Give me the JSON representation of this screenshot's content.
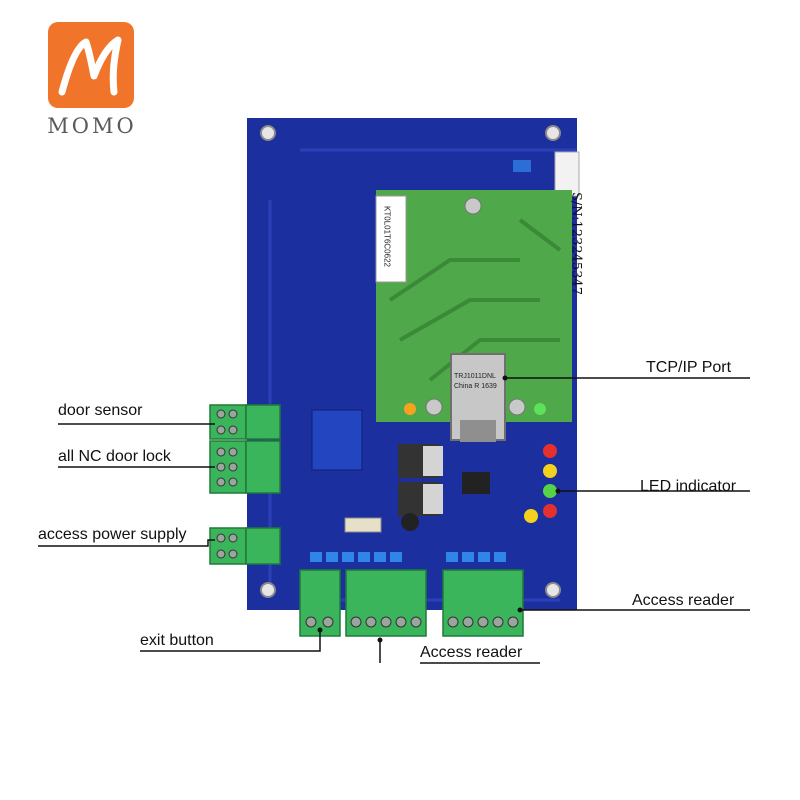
{
  "brand": {
    "name": "MOMO"
  },
  "board": {
    "serial": "S/N:123245347",
    "sticker_code": "KT0L01T6C0622",
    "jack_text": "TRJ1011DNL China R 1639"
  },
  "labels": {
    "door_sensor": "door sensor",
    "nc_door_lock": "all NC door lock",
    "access_power_supply": "access power supply",
    "exit_button": "exit button",
    "access_reader_bottom": "Access reader",
    "access_reader_right": "Access reader",
    "tcpip_port": "TCP/IP Port",
    "led_indicator": "LED indicator"
  },
  "colors": {
    "brand_orange": "#f0752a",
    "pcb_blue": "#1c2f9e",
    "module_green": "#4fa84a",
    "terminal_green": "#3bb55b"
  }
}
